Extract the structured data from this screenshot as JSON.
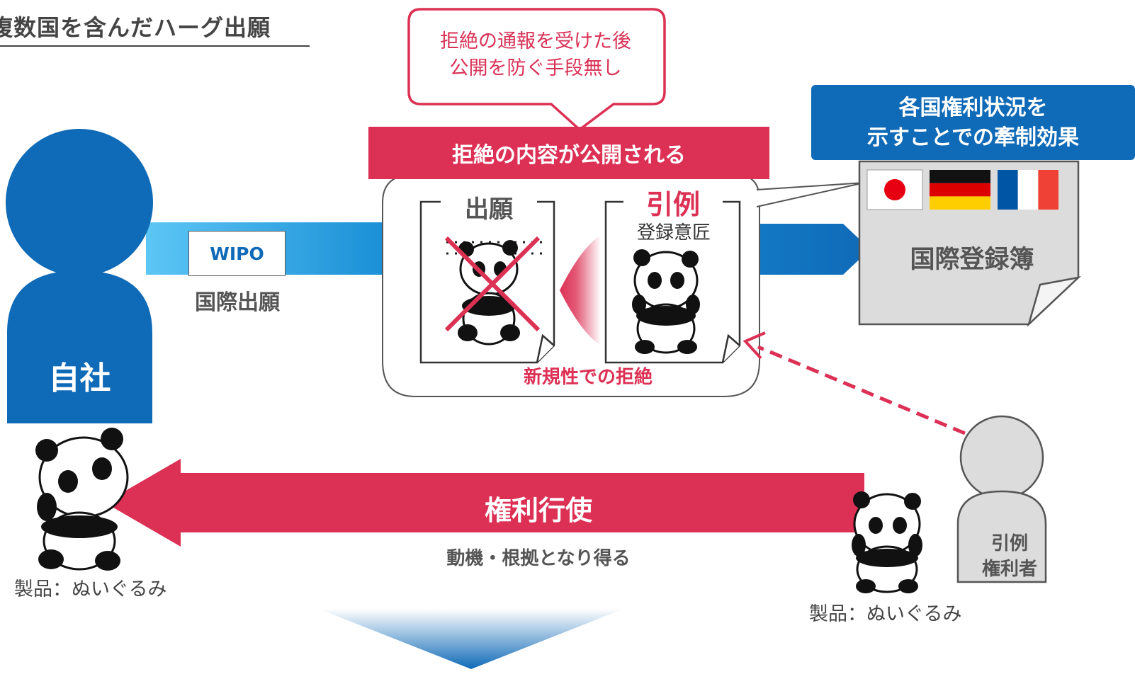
{
  "title": "複数国を含んだハーグ出願",
  "callout": {
    "line1": "拒絶の通報を受けた後",
    "line2": "公開を防ぐ手段無し"
  },
  "banner": "拒絶の内容が公開される",
  "blue_box": {
    "line1": "各国権利状況を",
    "line2": "示すことでの牽制効果"
  },
  "documents": {
    "application_label": "出願",
    "citation_label": "引例",
    "citation_sub": "登録意匠",
    "rejection_reason": "新規性での拒絶"
  },
  "wipo": "WIPO",
  "international_application": "国際出願",
  "company": "自社",
  "register": "国際登録簿",
  "rights": {
    "label": "権利行使",
    "sub": "動機・根拠となり得る"
  },
  "products": {
    "left": "製品：ぬいぐるみ",
    "right": "製品：ぬいぐるみ"
  },
  "cite_holder": {
    "line1": "引例",
    "line2": "権利者"
  },
  "colors": {
    "accent_red": "#dc3054",
    "blue": "#0f6ab7",
    "light_blue": "#5bc2f2",
    "gray": "#dcdcdc"
  }
}
